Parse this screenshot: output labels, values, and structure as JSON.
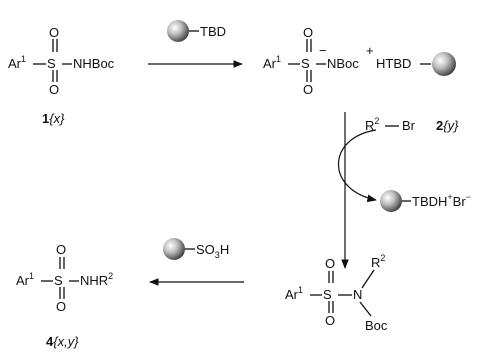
{
  "compounds": {
    "sm": {
      "label_num": "1",
      "label_idx": "{x}",
      "ar_sup": "1",
      "nhboc": "NHBoc"
    },
    "anion": {
      "ar_sup": "1",
      "nboc": "NBoc",
      "htbd": "HTBD"
    },
    "protected": {
      "ar_sup": "1",
      "r_sup": "2",
      "boc": "Boc"
    },
    "product": {
      "label_num": "4",
      "label_idx": "{x,y}",
      "ar_sup": "1",
      "nhr": "NHR",
      "r_sup": "2"
    }
  },
  "reagents": {
    "tbd": "TBD",
    "alkyl_halide": {
      "r_sup": "2",
      "br": "Br",
      "label_num": "2",
      "label_idx": "{y}"
    },
    "byproduct": {
      "tbdh": "TBDH",
      "br": "Br"
    },
    "acid": {
      "so3h_prefix": "SO",
      "so3h_sub": "3",
      "so3h_suffix": "H"
    }
  },
  "atoms": {
    "ar": "Ar",
    "s": "S",
    "o": "O",
    "n": "N",
    "r": "R"
  },
  "charges": {
    "minus": "−",
    "plus": "+"
  }
}
